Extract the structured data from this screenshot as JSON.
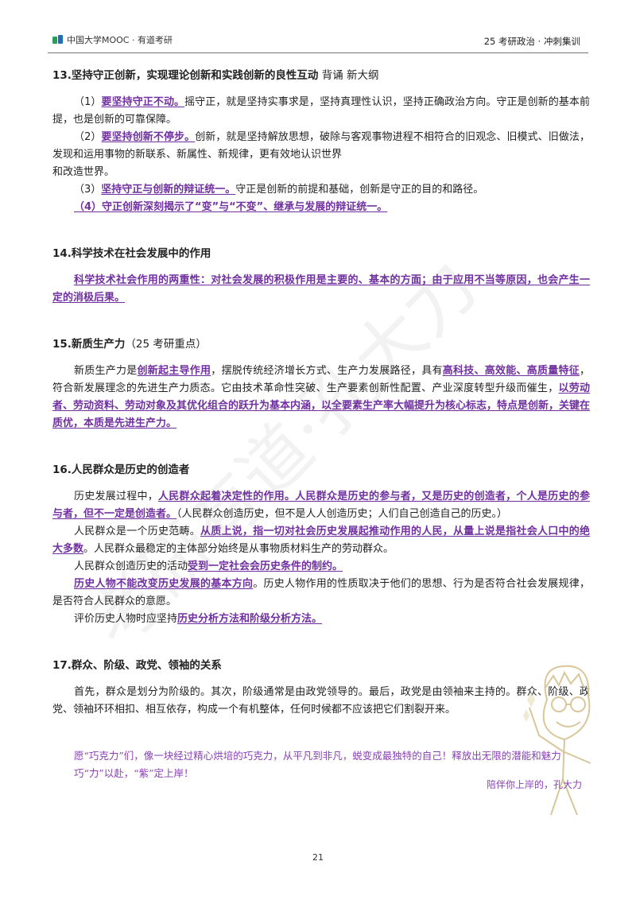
{
  "header": {
    "logo_text": "中国大学MOOC · 有道考研",
    "doc_title": "25 考研政治 · 冲刺集训"
  },
  "watermark": {
    "text": "考研有道·孔大力"
  },
  "sections": [
    {
      "title": "13.坚持守正创新，实现理论创新和实践创新的良性互动",
      "note": " 背诵 新大纲",
      "items": [
        {
          "p1": "（1）",
          "hl": "要坚持守正不动。",
          "p2": "摇守正，就是坚持实事求是，坚持真理性认识，坚持正确政治方向。守正是创新的基本前提，也是创新的可靠保障。"
        },
        {
          "p1": "（2）",
          "hl": "要坚持创新不停步。",
          "p2": "创新，就是坚持解放思想，破除与客观事物进程不相符合的旧观念、旧模式、旧做法，发现和运用事物的新联系、新属性、新规律，更有效地认识世界"
        },
        {
          "p2": "和改造世界。"
        },
        {
          "p1": "（3）",
          "hl": "坚持守正与创新的辩证统一。",
          "p2": "守正是创新的前提和基础，创新是守正的目的和路径。"
        },
        {
          "hl": "（4）守正创新深刻揭示了“变”与“不变”、继承与发展的辩证统一。"
        }
      ]
    },
    {
      "title": "14.科学技术在社会发展中的作用",
      "hl": "科学技术社会作用的两重性：对社会发展的积极作用是主要的、基本的方面；由于应用不当等原因，也会产生一定的消极后果。"
    },
    {
      "title": "15.新质生产力",
      "note": "（25 考研重点）",
      "t1": "新质生产力是",
      "h1": "创新起主导作用",
      "t2": "，摆脱传统经济增长方式、生产力发展路径，具有",
      "h2": "高科技、高效能、高质量特征",
      "t3": "，符合新发展理念的先进生产力质态。它由技术革命性突破、生产要素创新性配置、产业深度转型升级而催生，",
      "h3": "以劳动者、劳动资料、劳动对象及其优化组合的跃升为基本内涵，以全要素生产率大幅提升为核心标志，特点是创新，关键在质优，本质是先进生产力。"
    },
    {
      "title": "16.人民群众是历史的创造者",
      "a1": "历史发展过程中，",
      "a2": "人民群众起着决定性的作用。人民群众是历史的参与者，又是历史的创造者，个人是历史的参与者，但不一定是创造者。",
      "a3": "（人民群众创造历史，但不是人人创造历史；人们自己创造自己的历史。）",
      "b1": "人民群众是一个历史范畴。",
      "b2": "从质上说，指一切对社会历史发展起推动作用的人民，从量上说是指社会人口中的绝大多数",
      "b3": "。人民群众最稳定的主体部分始终是从事物质材料生产的劳动群众。",
      "c1": "人民群众创造历史的活动",
      "c2": "受到一定社会会历史条件的制约。",
      "d1": "历史人物不能改变历史发展的基本方向",
      "d2": "。历史人物作用的性质取决于他们的思想、行为是否符合社会发展规律，是否符合人民群众的意愿。",
      "e1": "评价历史人物时应坚持",
      "e2": "历史分析方法和阶级分析方法。"
    },
    {
      "title": "17.群众、阶级、政党、领袖的关系",
      "text": "首先，群众是划分为阶级的。其次，阶级通常是由政党领导的。最后，政党是由领袖来主持的。群众、阶级、政党、领袖环环相扣、相互依存，构成一个有机整体，任何时候都不应该把它们割裂开来。"
    }
  ],
  "closing": {
    "line1": "愿“巧克力”们，像一块经过精心烘培的巧克力，从平凡到非凡，蜕变成最独特的自己！释放出无限的潜能和魅力！",
    "line2": "巧“力”以赴，“紫”定上岸！",
    "signature": "陪伴你上岸的，孔大力"
  },
  "page_number": "21",
  "colors": {
    "accent_purple": "#7030a0",
    "closing_purple": "#8a3fb5",
    "logo_green": "#2e9d5b",
    "logo_blue": "#1f6fb5"
  }
}
